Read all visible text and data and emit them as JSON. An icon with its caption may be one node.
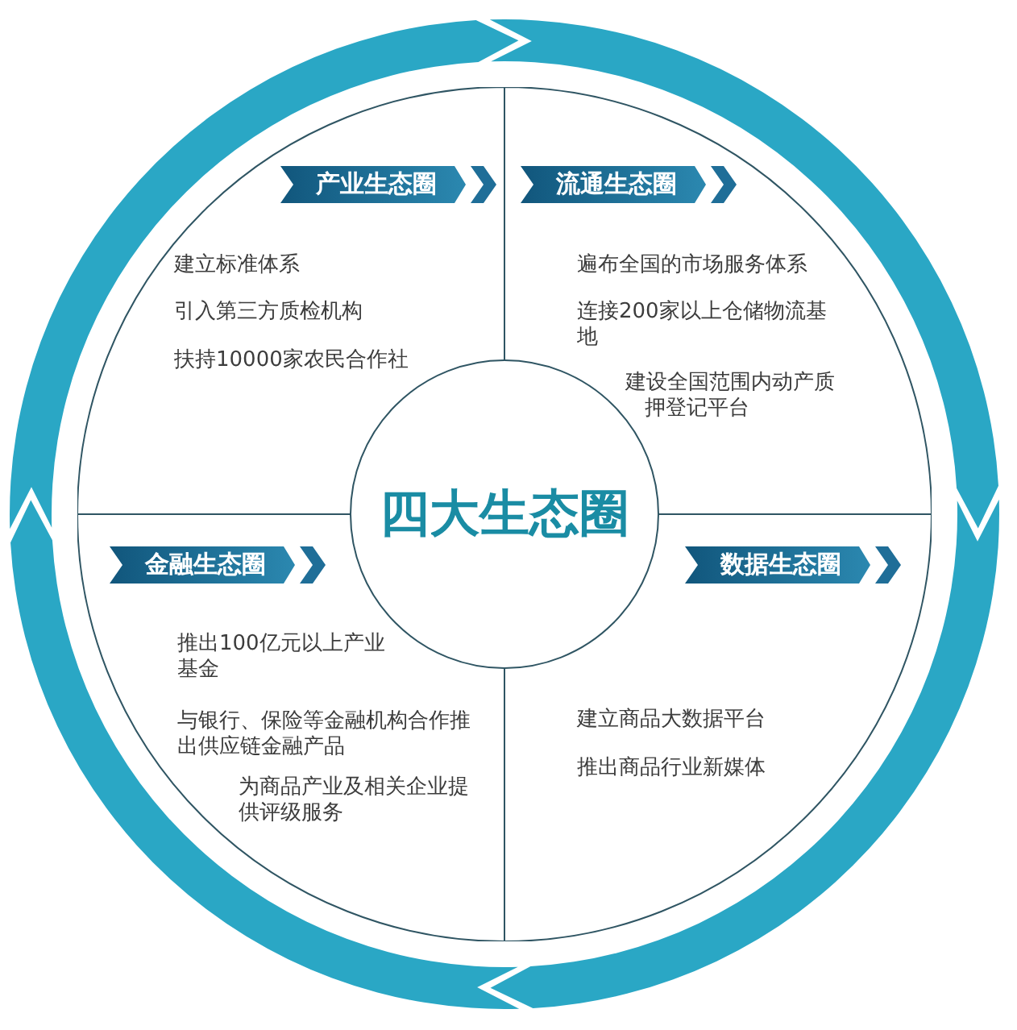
{
  "diagram": {
    "nodes": [
      {
        "text": [
          "四大生态圈"
        ]
      },
      {
        "text": [
          "建立标准体系",
          "引入第三方质检机构",
          "扶持10000家农民合作社"
        ]
      },
      {
        "text": [
          "产业生态圈"
        ],
        "in": 1
      },
      {
        "text": [
          "遍布全国的市场服务体系",
          "连接200家以上仓储物流基地",
          "建设全国范围内动产质押登记平台"
        ]
      },
      {
        "text": [
          "流通生态圈"
        ],
        "in": 3
      },
      {
        "text": [
          "推出100亿元以上产业基金",
          "与银行、保险等金融机构合作推出供应链金融产品",
          "为商品产业及相关企业提供评级服务"
        ]
      },
      {
        "text": [
          "金融生态圈"
        ],
        "in": 5
      },
      {
        "text": [
          "建立商品大数据平台",
          "推出商品行业新媒体"
        ]
      },
      {
        "text": [
          "数据生态圈"
        ],
        "in": 7
      }
    ]
  }
}
